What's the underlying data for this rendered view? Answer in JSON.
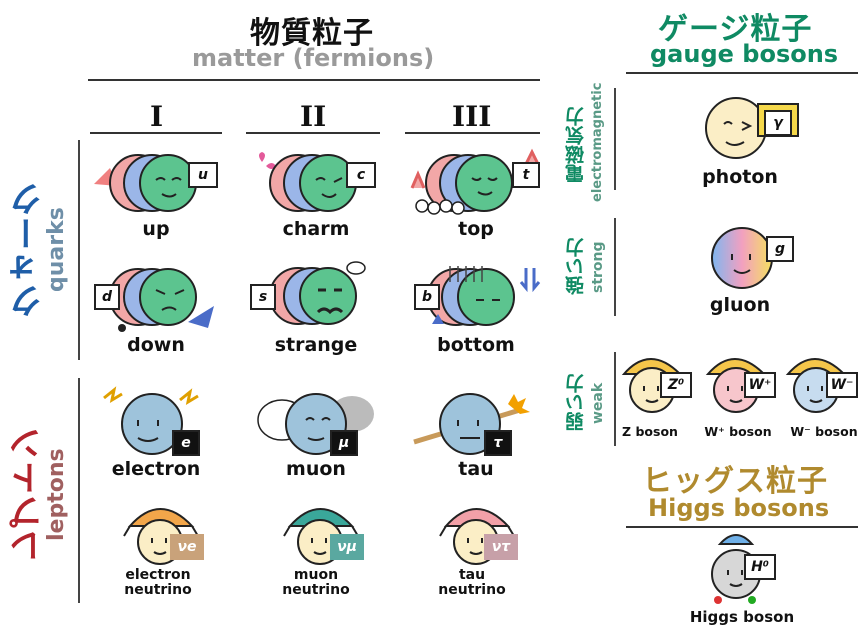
{
  "matter": {
    "title_jp": "物質粒子",
    "title_en": "matter (fermions)"
  },
  "gauge": {
    "title_jp": "ゲージ粒子",
    "title_en": "gauge bosons"
  },
  "higgs_section": {
    "title_jp": "ヒッグス粒子",
    "title_en": "Higgs bosons"
  },
  "generations": [
    "I",
    "II",
    "III"
  ],
  "quarks_label": {
    "jp": "クォーク",
    "en": "quarks"
  },
  "leptons_label": {
    "jp": "レプトン",
    "en": "leptons"
  },
  "quarks": [
    {
      "name": "up",
      "symbol": "u"
    },
    {
      "name": "charm",
      "symbol": "c"
    },
    {
      "name": "top",
      "symbol": "t"
    },
    {
      "name": "down",
      "symbol": "d"
    },
    {
      "name": "strange",
      "symbol": "s"
    },
    {
      "name": "bottom",
      "symbol": "b"
    }
  ],
  "leptons": [
    {
      "name": "electron",
      "symbol": "e"
    },
    {
      "name": "muon",
      "symbol": "μ"
    },
    {
      "name": "tau",
      "symbol": "τ"
    }
  ],
  "neutrinos": [
    {
      "line1": "electron",
      "line2": "neutrino",
      "symbol": "νe"
    },
    {
      "line1": "muon",
      "line2": "neutrino",
      "symbol": "νμ"
    },
    {
      "line1": "tau",
      "line2": "neutrino",
      "symbol": "ντ"
    }
  ],
  "forces": [
    {
      "jp": "電磁気力",
      "en": "electromagnetic"
    },
    {
      "jp": "強い力",
      "en": "strong"
    },
    {
      "jp": "弱い力",
      "en": "weak"
    }
  ],
  "photon": {
    "name": "photon",
    "symbol": "γ"
  },
  "gluon": {
    "name": "gluon",
    "symbol": "g"
  },
  "weak_bosons": [
    {
      "name": "Z boson",
      "symbol": "Z⁰"
    },
    {
      "name": "W⁺ boson",
      "symbol": "W⁺"
    },
    {
      "name": "W⁻ boson",
      "symbol": "W⁻"
    }
  ],
  "higgs": {
    "name": "Higgs boson",
    "symbol": "H⁰"
  },
  "colors": {
    "gauge_green": "#0f8a63",
    "quark_blue": "#1f5ea8",
    "lepton_red": "#b3242c",
    "higgs_gold": "#b08a2e",
    "grey_text": "#9a9a9a",
    "quark_green": "#5cc48f",
    "quark_red": "#f2a7a7",
    "quark_blue_ball": "#9bb6e8",
    "lepton_blue": "#9ec3db"
  }
}
